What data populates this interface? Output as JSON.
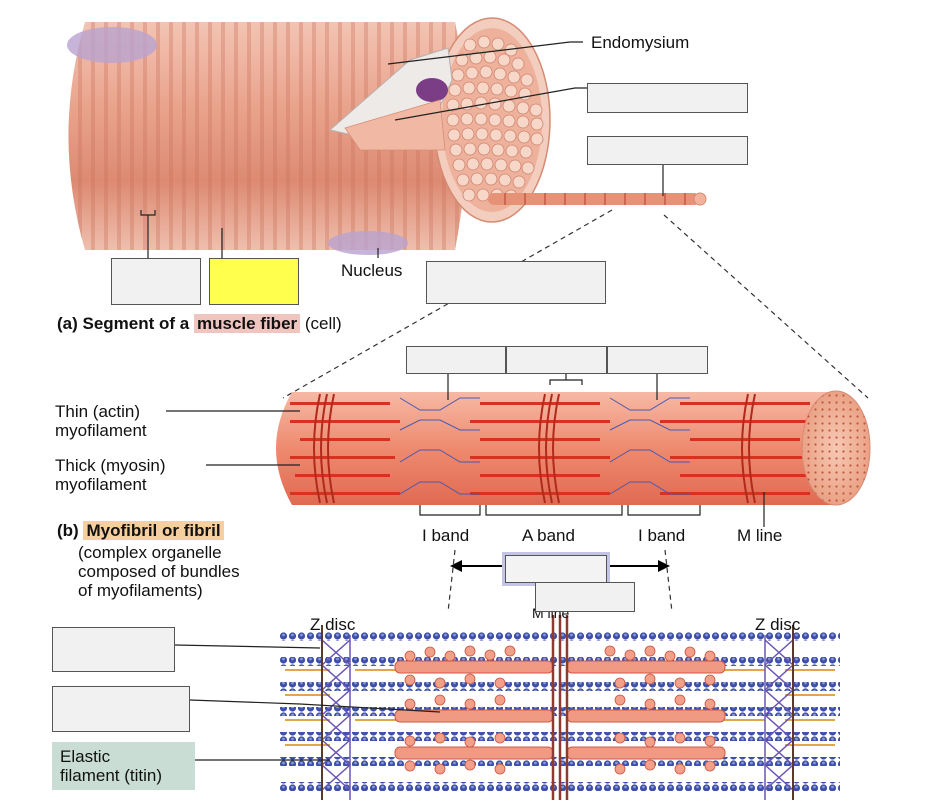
{
  "labels": {
    "endomysium": "Endomysium",
    "nucleus": "Nucleus",
    "thin_filament": "Thin (actin)\nmyofilament",
    "thick_filament": "Thick (myosin)\nmyofilament",
    "i_band_left": "I band",
    "a_band": "A band",
    "i_band_right": "I band",
    "m_line": "M line",
    "z_disc_left": "Z disc",
    "z_disc_right": "Z disc",
    "m_line_small": "M line",
    "elastic_filament": "Elastic\nfilament (titin)"
  },
  "captions": {
    "a_prefix": "(a) Segment of a",
    "a_highlight": "muscle fiber",
    "a_suffix": "(cell)",
    "b_highlight": "Myofibril or fibril",
    "b_prefix": "(b)",
    "b_body": "(complex organelle\ncomposed of bundles\nof myofilaments)"
  },
  "colors": {
    "fiber": "#e9a38e",
    "fiber_light": "#f6d3c6",
    "fiber_dark": "#c86a55",
    "myofibril": "#e9735a",
    "stripe_red": "#d23a2a",
    "myosin": "#e56a55",
    "actin": "#3c4ba0",
    "titin": "#e0a64a",
    "nucleus": "#b9a3cf",
    "yellow_box": "#ffff4d",
    "titin_box": "#c9ddd4",
    "highlight_box": "#c4c4e6"
  }
}
